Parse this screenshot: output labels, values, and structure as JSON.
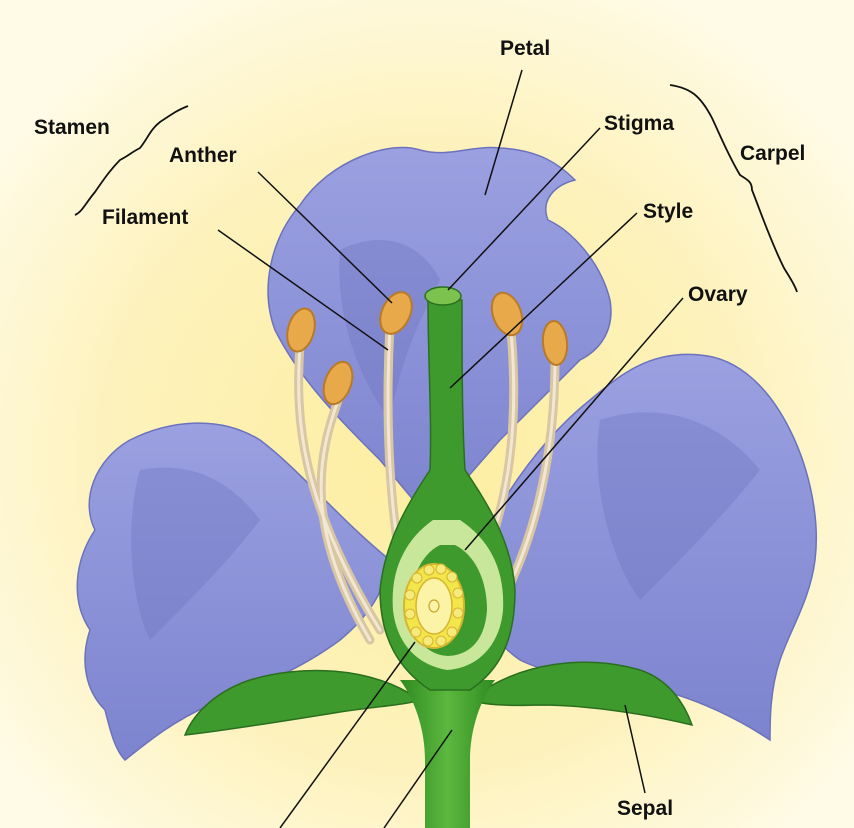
{
  "labels": {
    "petal": "Petal",
    "stamen": "Stamen",
    "anther": "Anther",
    "filament": "Filament",
    "stigma": "Stigma",
    "carpel": "Carpel",
    "style": "Style",
    "ovary": "Ovary",
    "sepal": "Sepal"
  },
  "colors": {
    "background": "#fdf4c8",
    "petal": "#8f96da",
    "petal_shadow": "#6c72bd",
    "stem_green": "#3f9a2e",
    "light_green": "#c9e79a",
    "anther": "#e8a94a",
    "filament": "#e6d6b8",
    "ovule": "#f3e64a"
  }
}
